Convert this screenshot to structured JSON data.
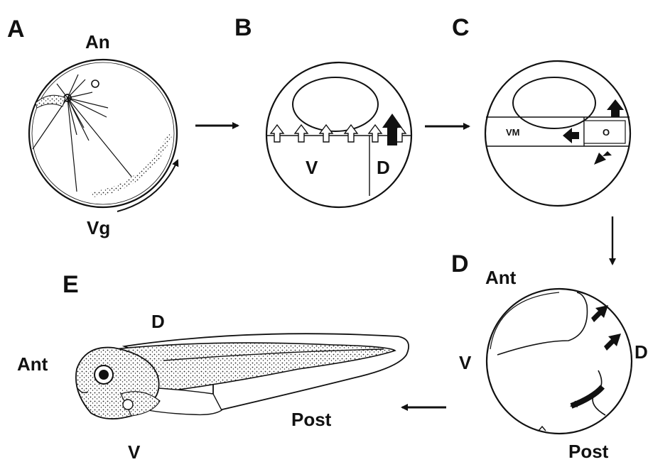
{
  "panels": {
    "a": {
      "letter": "A",
      "top_label": "An",
      "bottom_label": "Vg"
    },
    "b": {
      "letter": "B",
      "left_label": "V",
      "right_label": "D"
    },
    "c": {
      "letter": "C",
      "left_label": "VM",
      "right_label": "O"
    },
    "d": {
      "letter": "D",
      "top_label": "Ant",
      "left_label": "V",
      "right_label": "D",
      "bottom_label": "Post"
    },
    "e": {
      "letter": "E",
      "top_label": "D",
      "left_label": "Ant",
      "right_label": "Post",
      "bottom_label": "V"
    }
  }
}
